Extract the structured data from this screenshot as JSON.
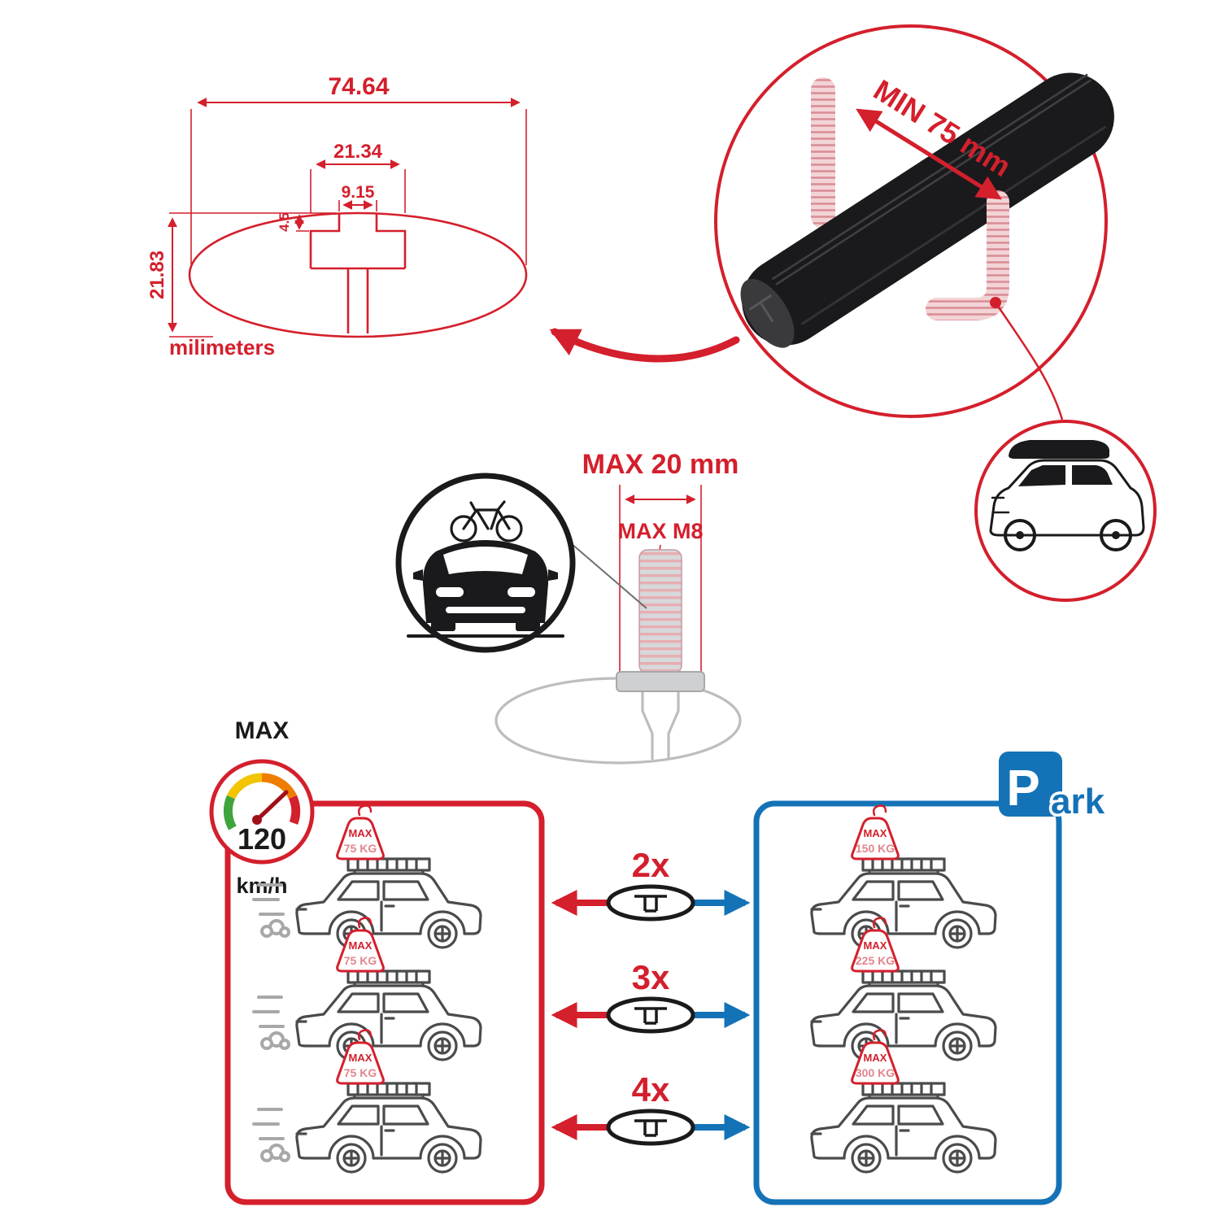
{
  "colors": {
    "red": "#d41f2c",
    "blue": "#1472b7",
    "black": "#1a1a1c",
    "grey": "#bcbdbf",
    "pink": "#e2858c"
  },
  "profile": {
    "total_width": "74.64",
    "channel_width": "21.34",
    "opening_width": "9.15",
    "lip_height": "4.5",
    "total_height": "21.83",
    "unit": "milimeters"
  },
  "crossbar": {
    "min_span": "MIN 75 mm"
  },
  "bolt": {
    "max_length": "MAX 20 mm",
    "max_thread": "MAX M8"
  },
  "speed": {
    "label": "MAX",
    "value": "120",
    "unit": "km/h"
  },
  "park": {
    "p": "P",
    "suffix": "ark"
  },
  "capacity": {
    "multipliers": [
      "2x",
      "3x",
      "4x"
    ],
    "left": [
      {
        "label": "MAX",
        "weight": "75 KG"
      },
      {
        "label": "MAX",
        "weight": "75 KG"
      },
      {
        "label": "MAX",
        "weight": "75 KG"
      }
    ],
    "right": [
      {
        "label": "MAX",
        "weight": "150 KG"
      },
      {
        "label": "MAX",
        "weight": "225 KG"
      },
      {
        "label": "MAX",
        "weight": "300 KG"
      }
    ]
  }
}
